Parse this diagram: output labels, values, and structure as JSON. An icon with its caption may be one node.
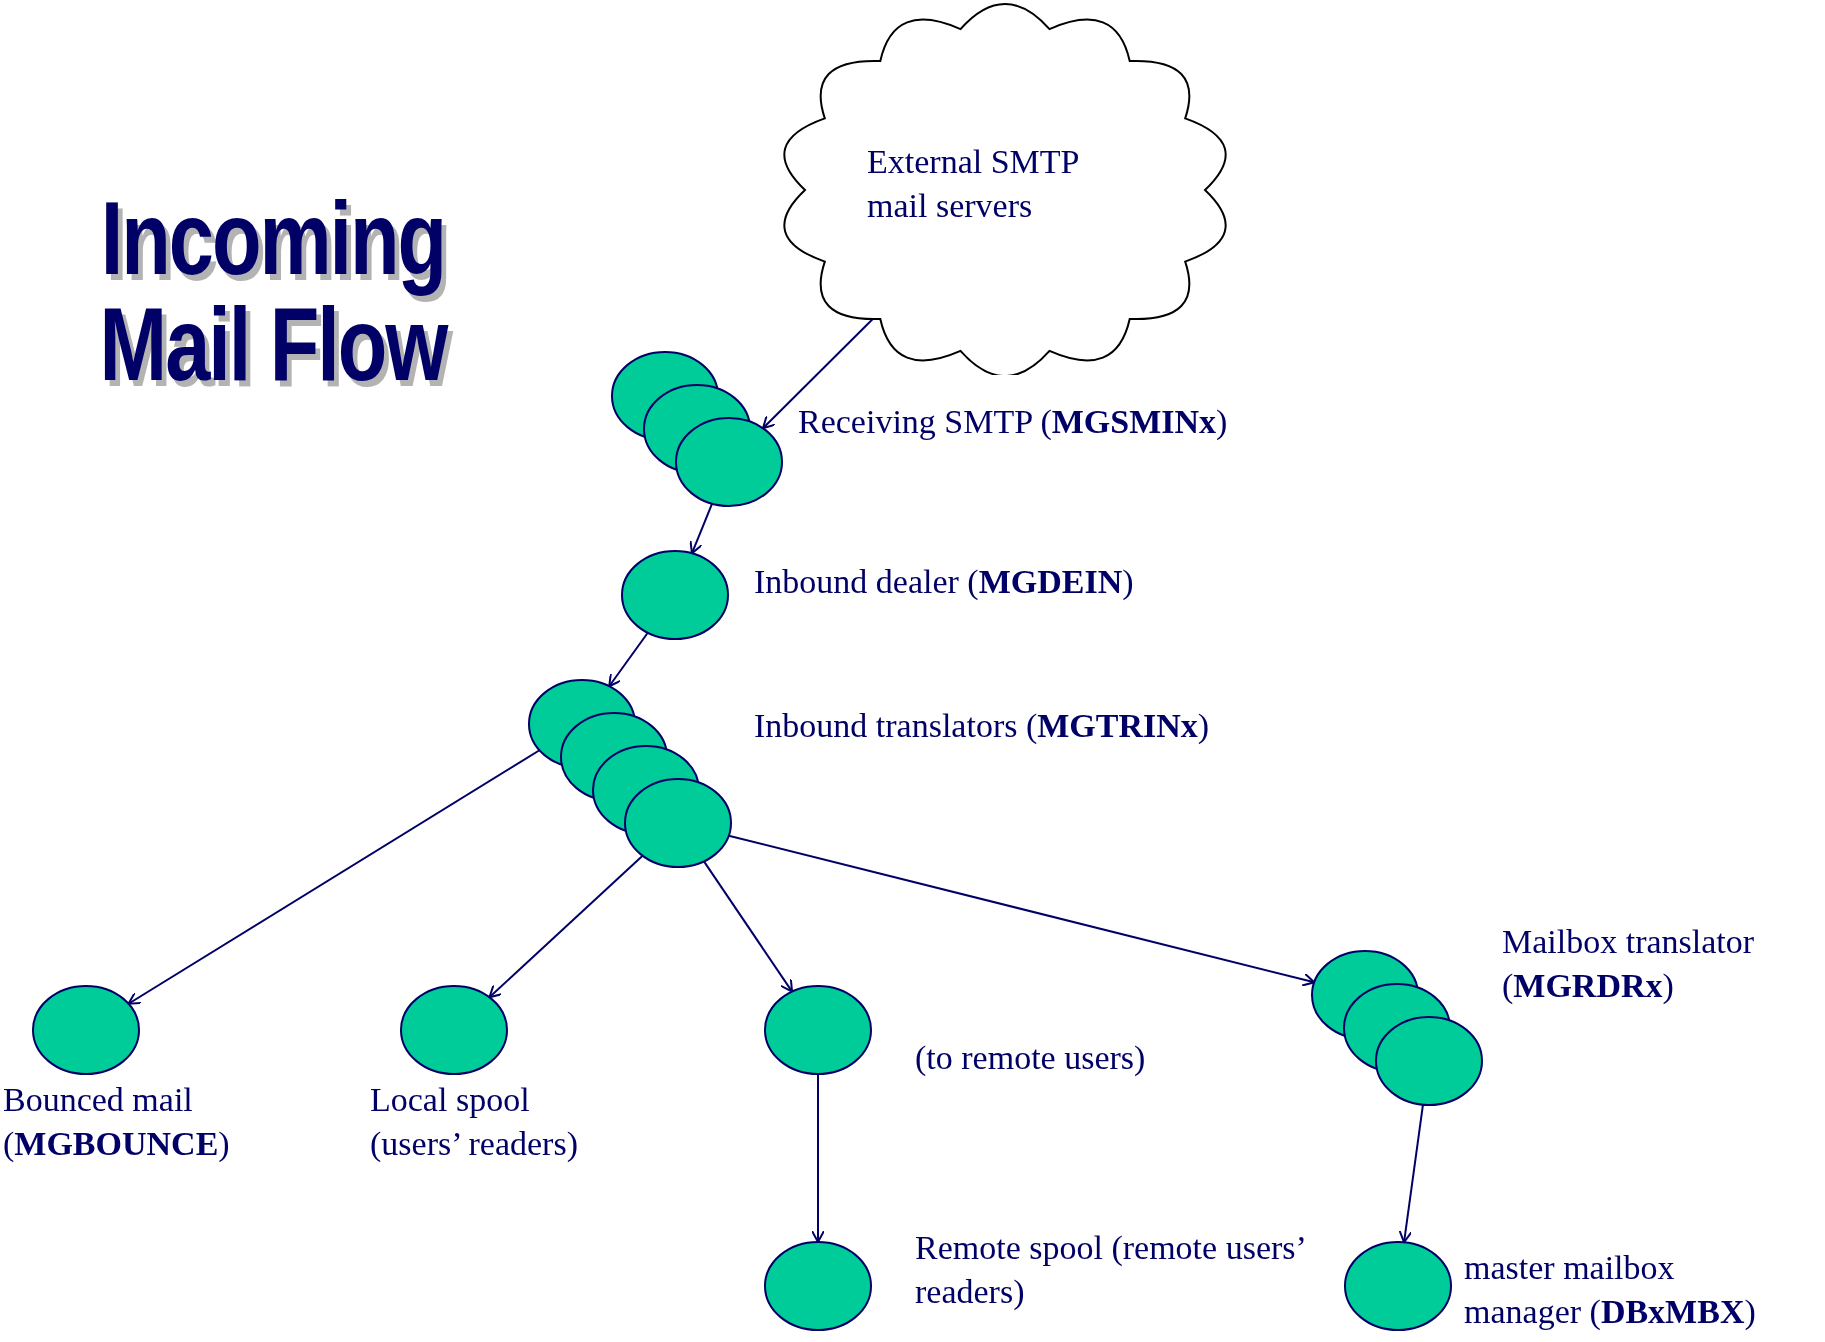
{
  "diagram": {
    "title": "Incoming Mail Flow",
    "nodes": [
      {
        "text": [
          "External SMTP mail servers"
        ]
      },
      {
        "text": [],
        "shape": "circle",
        "beside": [
          "Receiving SMTP (**MGSMINx**)"
        ]
      },
      {
        "text": [],
        "shape": "circle",
        "beside": [
          "Inbound dealer (**MGDEIN**)"
        ]
      },
      {
        "text": [],
        "shape": "circle",
        "beside": [
          "Inbound translators (**MGTRINx**)"
        ]
      },
      {
        "text": [],
        "shape": "circle",
        "beside": [
          "Bounced mail (**MGBOUNCE**)"
        ]
      },
      {
        "text": [],
        "shape": "circle",
        "beside": [
          "Local spool (users’ readers)"
        ]
      },
      {
        "text": [],
        "shape": "circle",
        "beside": [
          "(to remote users)"
        ]
      },
      {
        "text": [],
        "shape": "circle",
        "beside": [
          "Mailbox translator (**MGRDRx**)"
        ]
      },
      {
        "text": [],
        "shape": "circle",
        "beside": [
          "Remote spool (remote users’ readers)"
        ]
      },
      {
        "text": [],
        "shape": "circle",
        "beside": [
          "master mailbox manager (**DBxMBX**)"
        ]
      }
    ],
    "edges": [
      {
        "from": 0,
        "to": 1,
        "arrow": "to"
      },
      {
        "from": 1,
        "to": 2,
        "arrow": "to"
      },
      {
        "from": 2,
        "to": 3,
        "arrow": "to"
      },
      {
        "from": 3,
        "to": 4,
        "arrow": "to"
      },
      {
        "from": 3,
        "to": 5,
        "arrow": "to"
      },
      {
        "from": 3,
        "to": 6,
        "arrow": "to"
      },
      {
        "from": 3,
        "to": 7,
        "arrow": "to"
      },
      {
        "from": 6,
        "to": 8,
        "arrow": "to"
      },
      {
        "from": 7,
        "to": 9,
        "arrow": "to"
      }
    ]
  }
}
